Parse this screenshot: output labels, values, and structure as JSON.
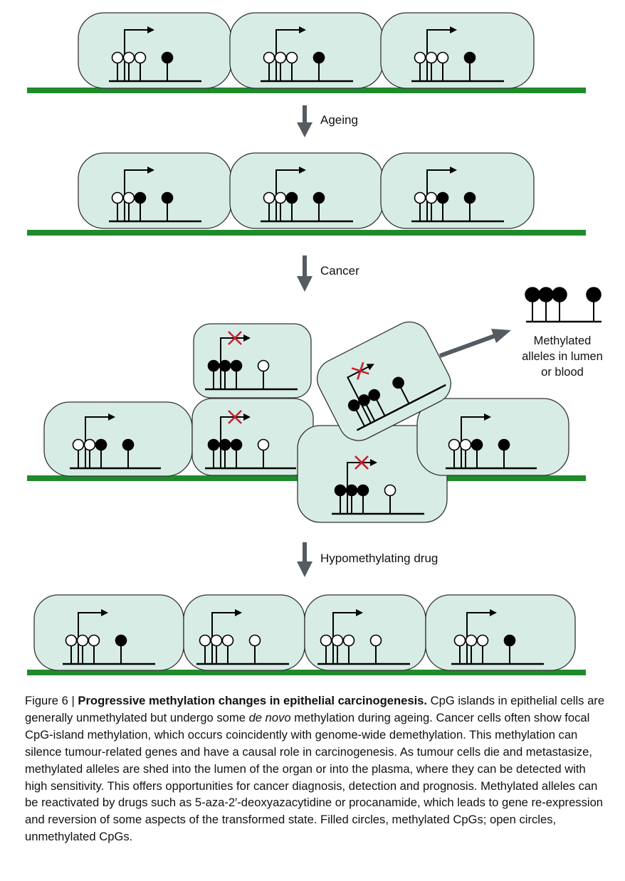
{
  "colors": {
    "cell_fill": "#d8ece6",
    "cell_stroke": "#333333",
    "membrane": "#1f8a2c",
    "arrow": "#555b61",
    "silenced_mark": "#cc1e2c",
    "methylated": "#000000",
    "unmethylated": "#ffffff"
  },
  "steps": {
    "ageing": "Ageing",
    "cancer": "Cancer",
    "drug": "Hypomethylating drug"
  },
  "lumen": {
    "line1": "Methylated",
    "line2": "alleles in lumen",
    "line3": "or blood"
  },
  "rows": {
    "normal": {
      "cells": 3,
      "cpg_pattern": [
        "unmethylated",
        "unmethylated",
        "unmethylated",
        "methylated"
      ]
    },
    "aged": {
      "cells": 3,
      "cpg_pattern": [
        "unmethylated",
        "unmethylated",
        "methylated",
        "methylated"
      ]
    },
    "cancer": {
      "cells": [
        {
          "cpg_pattern": [
            "unmethylated",
            "unmethylated",
            "methylated",
            "methylated"
          ],
          "silenced": false
        },
        {
          "cpg_pattern": [
            "methylated",
            "methylated",
            "methylated",
            "unmethylated"
          ],
          "silenced": true
        },
        {
          "cpg_pattern": [
            "methylated",
            "methylated",
            "methylated",
            "methylated"
          ],
          "silenced": true
        },
        {
          "cpg_pattern": [
            "methylated",
            "methylated",
            "methylated",
            "unmethylated"
          ],
          "silenced": true
        },
        {
          "cpg_pattern": [
            "methylated",
            "methylated",
            "methylated",
            "unmethylated"
          ],
          "silenced": true
        },
        {
          "cpg_pattern": [
            "unmethylated",
            "unmethylated",
            "methylated",
            "methylated"
          ],
          "silenced": false
        }
      ]
    },
    "treated": {
      "cells": [
        {
          "cpg_pattern": [
            "unmethylated",
            "unmethylated",
            "unmethylated",
            "methylated"
          ]
        },
        {
          "cpg_pattern": [
            "unmethylated",
            "unmethylated",
            "unmethylated",
            "unmethylated"
          ]
        },
        {
          "cpg_pattern": [
            "unmethylated",
            "unmethylated",
            "unmethylated",
            "unmethylated"
          ]
        },
        {
          "cpg_pattern": [
            "unmethylated",
            "unmethylated",
            "unmethylated",
            "methylated"
          ]
        }
      ]
    }
  },
  "caption": {
    "fig_num": "Figure 6 | ",
    "title": "Progressive methylation changes in epithelial carcinogenesis.",
    "part1": " CpG islands in epithelial cells are generally unmethylated but undergo some ",
    "italic": "de novo",
    "part2": " methylation during ageing. Cancer cells often show focal CpG-island methylation, which occurs coincidently with genome-wide demethylation. This methylation can silence tumour-related genes and have a causal role in carcinogenesis. As tumour cells die and metastasize, methylated alleles are shed into the lumen of the organ or into the plasma, where they can be detected with high sensitivity. This offers opportunities for cancer diagnosis, detection and prognosis. Methylated alleles can be reactivated by drugs such as 5-aza-2′-deoxyazacytidine or procanamide, which leads to gene re-expression and reversion of some aspects of the transformed state. Filled circles, methylated CpGs; open circles, unmethylated CpGs."
  }
}
